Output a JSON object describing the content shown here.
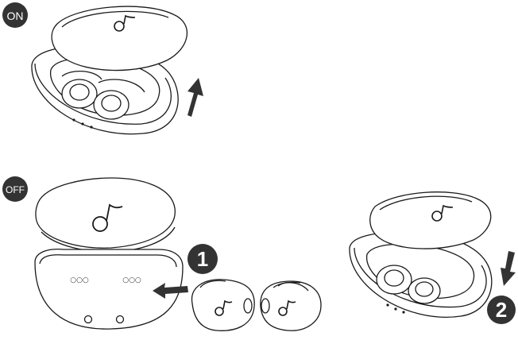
{
  "badges": {
    "on": "ON",
    "off": "OFF"
  },
  "steps": {
    "one": "1",
    "two": "2"
  },
  "case_dots": {
    "left": "○○○",
    "right": "○○○"
  },
  "colors": {
    "line": "#1a1a1a",
    "badge": "#333333",
    "arrow": "#333333",
    "fill": "#ffffff"
  },
  "icons": [
    "soundcore-logo-icon",
    "arrow-up-icon",
    "arrow-left-icon",
    "arrow-down-icon"
  ]
}
